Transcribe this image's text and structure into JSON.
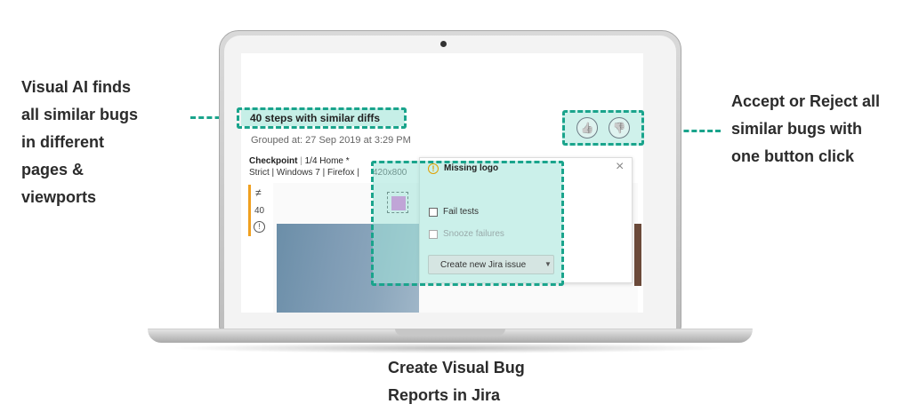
{
  "callouts": {
    "left": [
      "Visual AI finds",
      "all similar bugs",
      "in different",
      "pages &",
      "viewports"
    ],
    "right": [
      "Accept or Reject all",
      "similar bugs with",
      "one button click"
    ],
    "bottom": [
      "Create Visual Bug",
      "Reports in Jira"
    ]
  },
  "screen": {
    "group_title": "40 steps with similar diffs",
    "grouped_at": "Grouped at: 27 Sep 2019 at 3:29 PM",
    "checkpoint_label": "Checkpoint",
    "checkpoint_value": "1/4 Home *",
    "env_line": "Strict | Windows 7 | Firefox |",
    "viewport": "420x800",
    "diff_symbol": "≠",
    "diff_count": "40",
    "alert_symbol": "!",
    "popup": {
      "title": "Missing logo",
      "fail_tests": "Fail tests",
      "snooze": "Snooze failures",
      "jira_button": "Create new Jira issue",
      "close": "×"
    }
  },
  "icons": {
    "thumbs_up": "👍",
    "thumbs_down": "👎",
    "trash": "🗑",
    "share": "⋖",
    "warning": "!"
  },
  "colors": {
    "accent": "#1aa48c",
    "highlight": "#a0e4d8",
    "magenta": "#e65ad6",
    "orange": "#f0a020"
  }
}
